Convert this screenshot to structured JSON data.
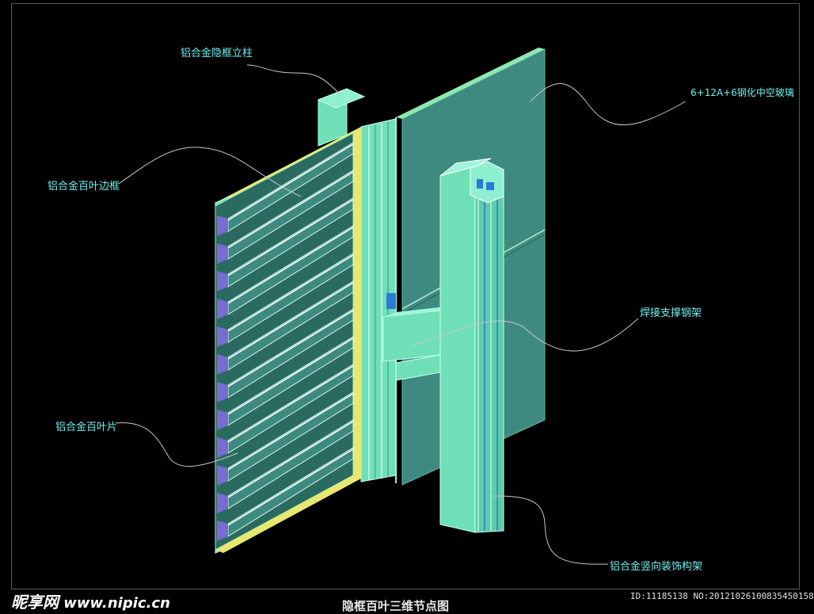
{
  "labels": {
    "mullion": "铝合金隐框立柱",
    "glass": "6+12A+6钢化中空玻璃",
    "louver_frame": "铝合金百叶边框",
    "steel_support": "焊接支撑钢架",
    "louver_blade": "铝合金百叶片",
    "decor_frame": "铝合金竖向装饰构架"
  },
  "title": "隐框百叶三维节点图",
  "watermark": {
    "brand": "昵享网",
    "url": "www.nipic.cn"
  },
  "image_id": "ID:11185138 NO:20121026100835450158",
  "colors": {
    "background": "#000000",
    "label": "#6ff0f0",
    "glass": "#3f8a80",
    "aluminum": "#6fe0b8",
    "louver_edge": "#7a6bd0",
    "yellow_edge": "#e8e870"
  },
  "louver": {
    "blade_count": 12
  }
}
